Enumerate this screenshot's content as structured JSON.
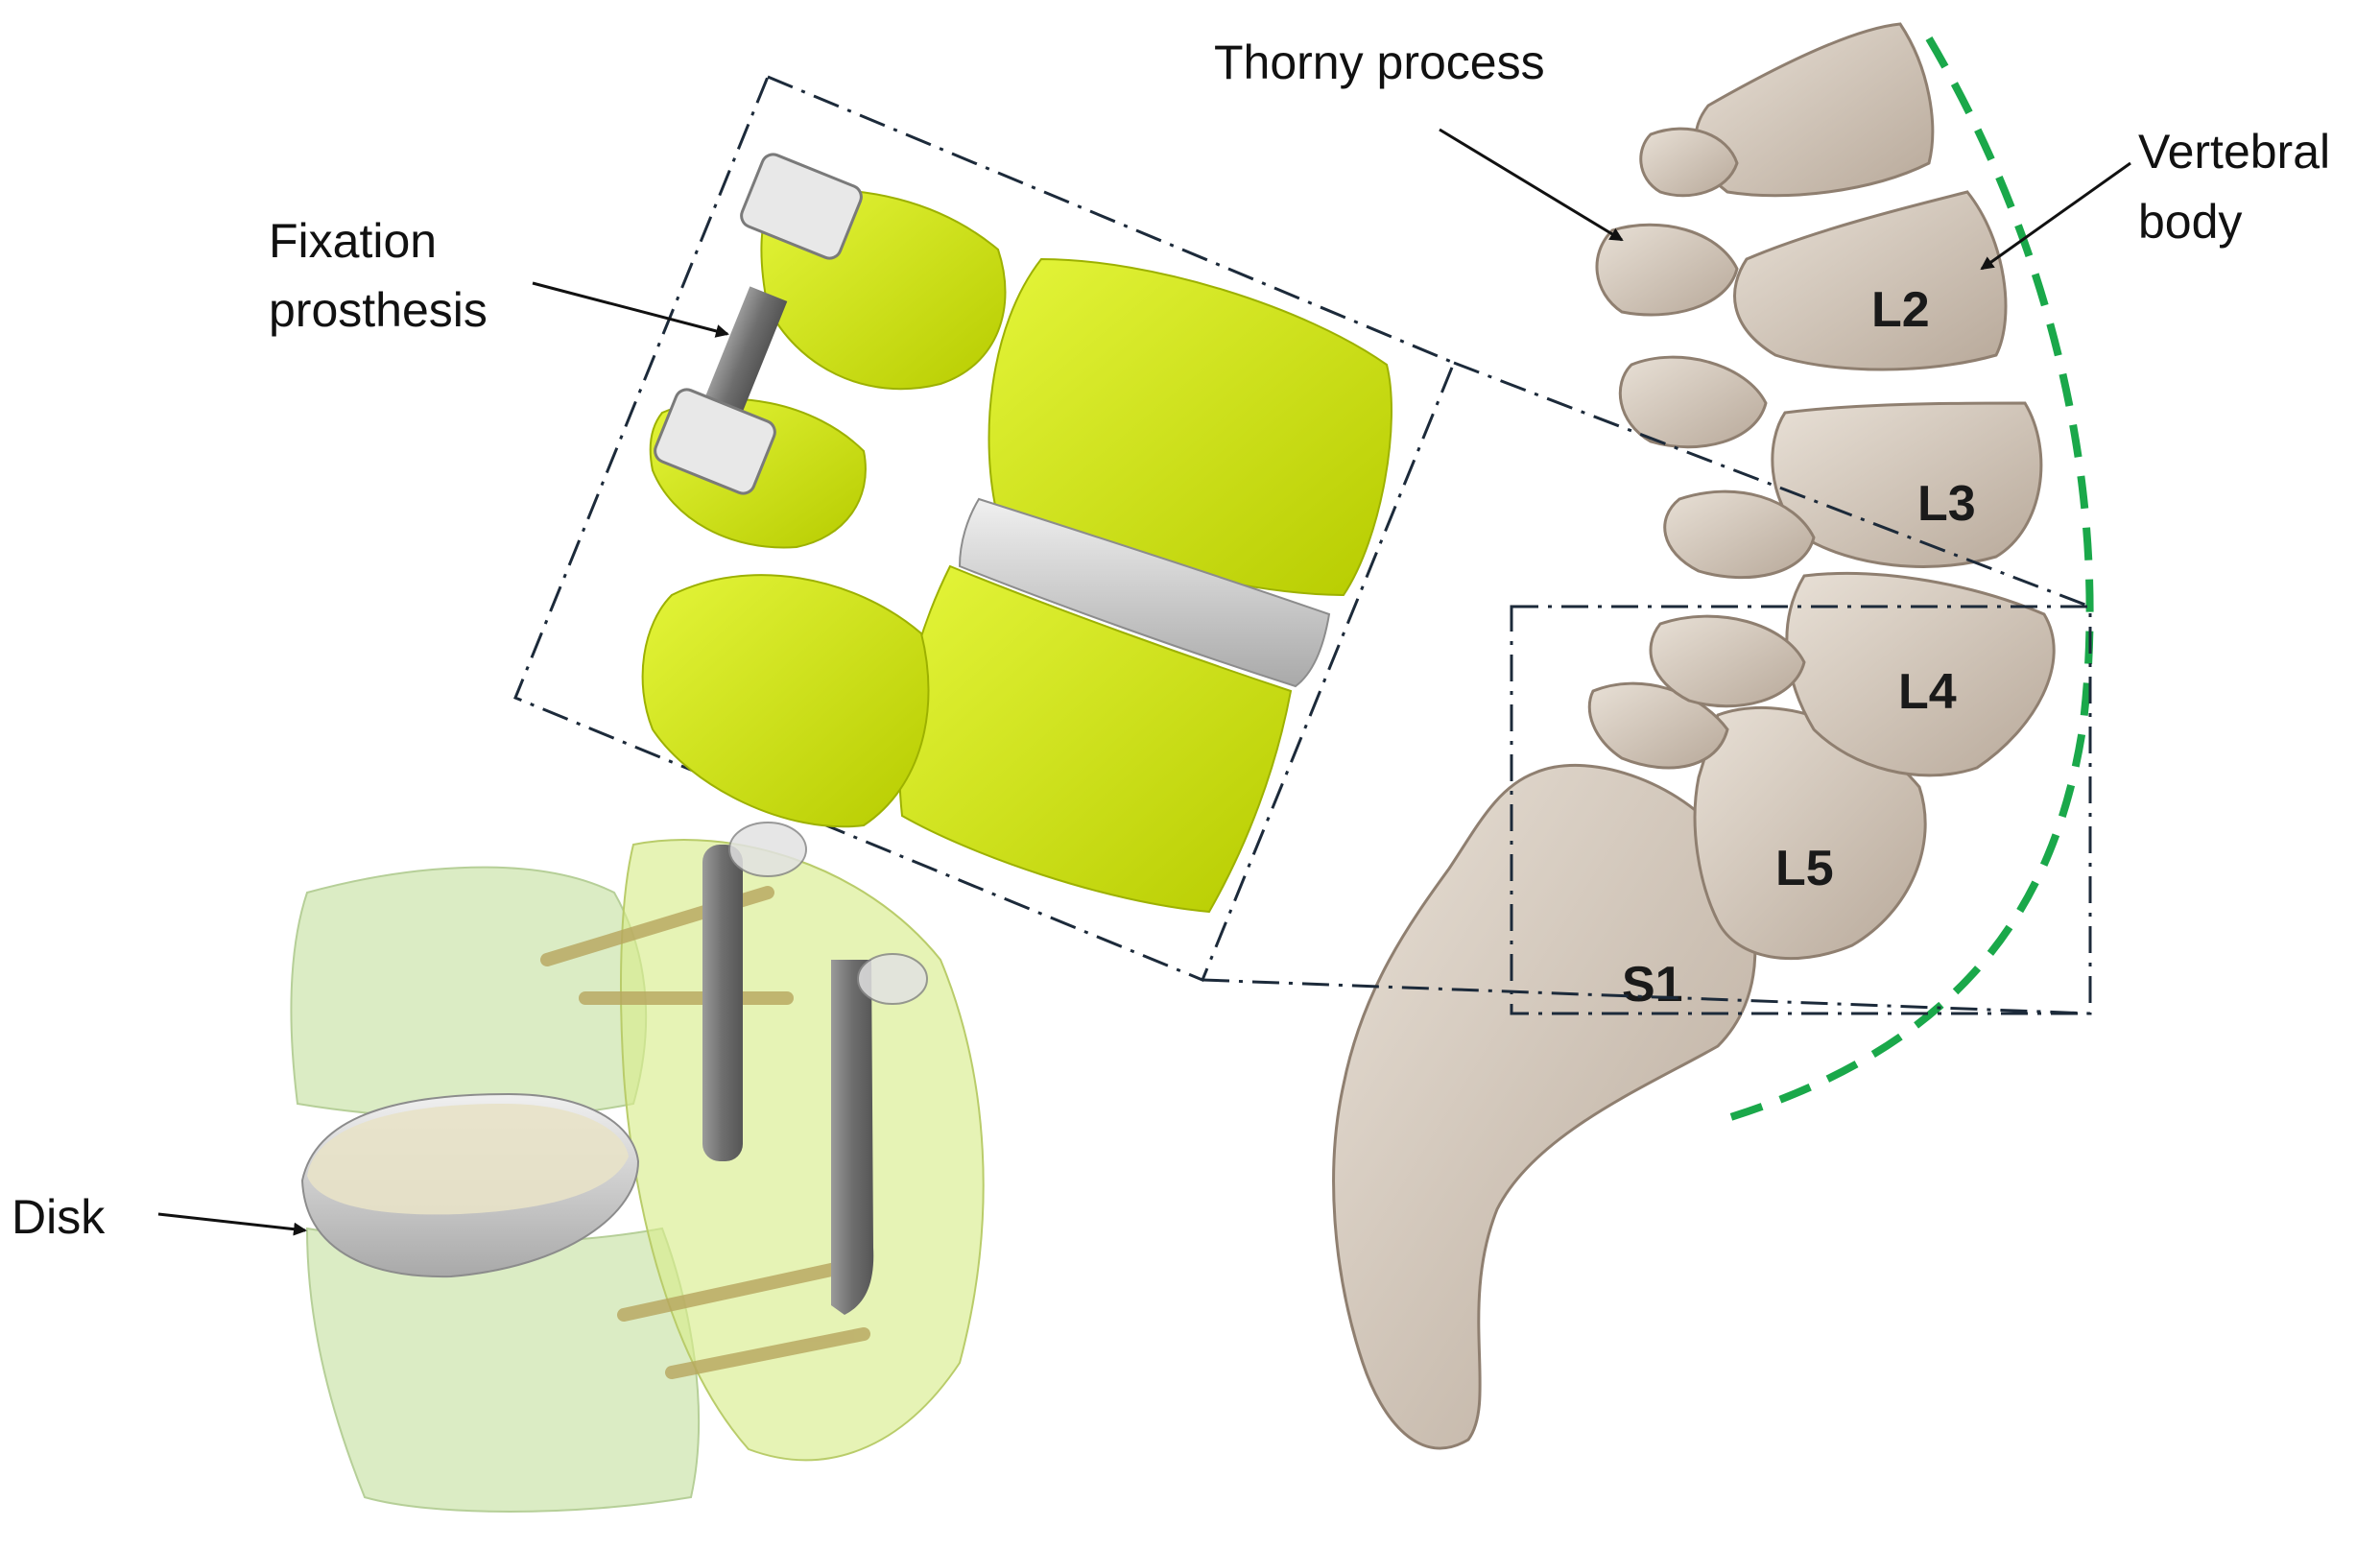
{
  "labels": {
    "thorny": "Thorny process",
    "vertebral_1": "Vertebral",
    "vertebral_2": "body",
    "fixation_1": "Fixation",
    "fixation_2": "prosthesis",
    "disk": "Disk"
  },
  "vertebrae": [
    "L2",
    "L3",
    "L4",
    "L5",
    "S1"
  ],
  "colors": {
    "bone": "#d9cfc4",
    "bone_shade": "#b9aa9b",
    "implant_green": "#d4ea00",
    "implant_green_dark": "#a8bd00",
    "disk_gray": "#d6d6d6",
    "transparent_green": "#cfe6b0",
    "arc_green": "#1aa84a",
    "frame": "#1c2a3a",
    "rod": "#7a7a7a"
  }
}
